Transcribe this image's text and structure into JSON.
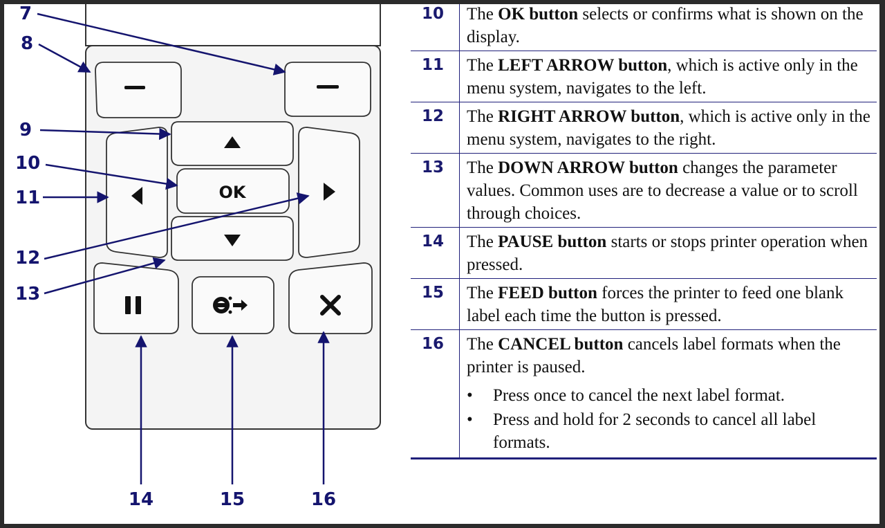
{
  "callouts": {
    "c7": "7",
    "c8": "8",
    "c9": "9",
    "c10": "10",
    "c11": "11",
    "c12": "12",
    "c13": "13",
    "c14": "14",
    "c15": "15",
    "c16": "16"
  },
  "buttons": {
    "ok_label": "OK"
  },
  "icons": [
    "minus-icon",
    "up-arrow-icon",
    "down-arrow-icon",
    "left-arrow-icon",
    "right-arrow-icon",
    "pause-icon",
    "feed-icon",
    "cancel-x-icon"
  ],
  "colors": {
    "callout": "#14146e",
    "rule": "#1f1f7a"
  },
  "rows": [
    {
      "num": "10",
      "pre": "The ",
      "bold": "OK button",
      "post": " selects or confirms what is shown on the display."
    },
    {
      "num": "11",
      "pre": "The ",
      "bold": "LEFT ARROW button",
      "post": ", which is active only in the menu system, navigates to the left."
    },
    {
      "num": "12",
      "pre": "The ",
      "bold": "RIGHT ARROW button",
      "post": ", which is active only in the menu system, navigates to the right."
    },
    {
      "num": "13",
      "pre": "The ",
      "bold": "DOWN ARROW button",
      "post": " changes the parameter values. Common uses are to decrease a value or to scroll through choices."
    },
    {
      "num": "14",
      "pre": "The ",
      "bold": "PAUSE button",
      "post": " starts or stops printer operation when pressed."
    },
    {
      "num": "15",
      "pre": "The ",
      "bold": "FEED button",
      "post": " forces the printer to feed one blank label each time the button is pressed."
    },
    {
      "num": "16",
      "pre": "The ",
      "bold": "CANCEL button",
      "post": " cancels label formats when the printer is paused.",
      "bullets": [
        "Press once to cancel the next label format.",
        "Press and hold for 2 seconds to cancel all label formats."
      ]
    }
  ]
}
